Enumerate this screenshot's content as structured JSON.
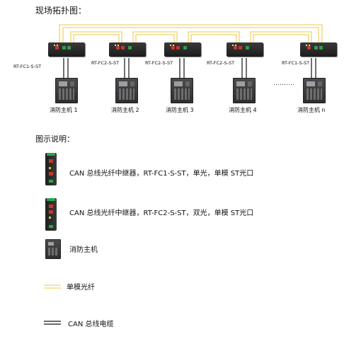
{
  "title": "现场拓扑图：",
  "devices": [
    {
      "label": "RT-FC1-S-ST",
      "host": "消防主机 1"
    },
    {
      "label": "RT-FC2-S-ST",
      "host": "消防主机 2"
    },
    {
      "label": "RT-FC2-S-ST",
      "host": "消防主机 3"
    },
    {
      "label": "RT-FC2-S-ST",
      "host": "消防主机 4"
    },
    {
      "label": "RT-FC1-S-ST",
      "host": "消防主机 n"
    }
  ],
  "ellipsis": "……….",
  "legend": {
    "title": "图示说明：",
    "items": [
      {
        "text": "CAN 总线光纤中继器，RT-FC1-S-ST，单光，单模 ST光口"
      },
      {
        "text": "CAN 总线光纤中继器，RT-FC2-S-ST，双光，单模 ST光口"
      },
      {
        "text": "消防主机"
      },
      {
        "text": "单模光纤"
      },
      {
        "text": "CAN 总线电缆"
      }
    ]
  },
  "colors": {
    "fiber": "#f2d36b",
    "cable": "#111111",
    "device": "#2a2a2a",
    "port_red": "#c0392b",
    "port_green": "#2e9e47"
  }
}
